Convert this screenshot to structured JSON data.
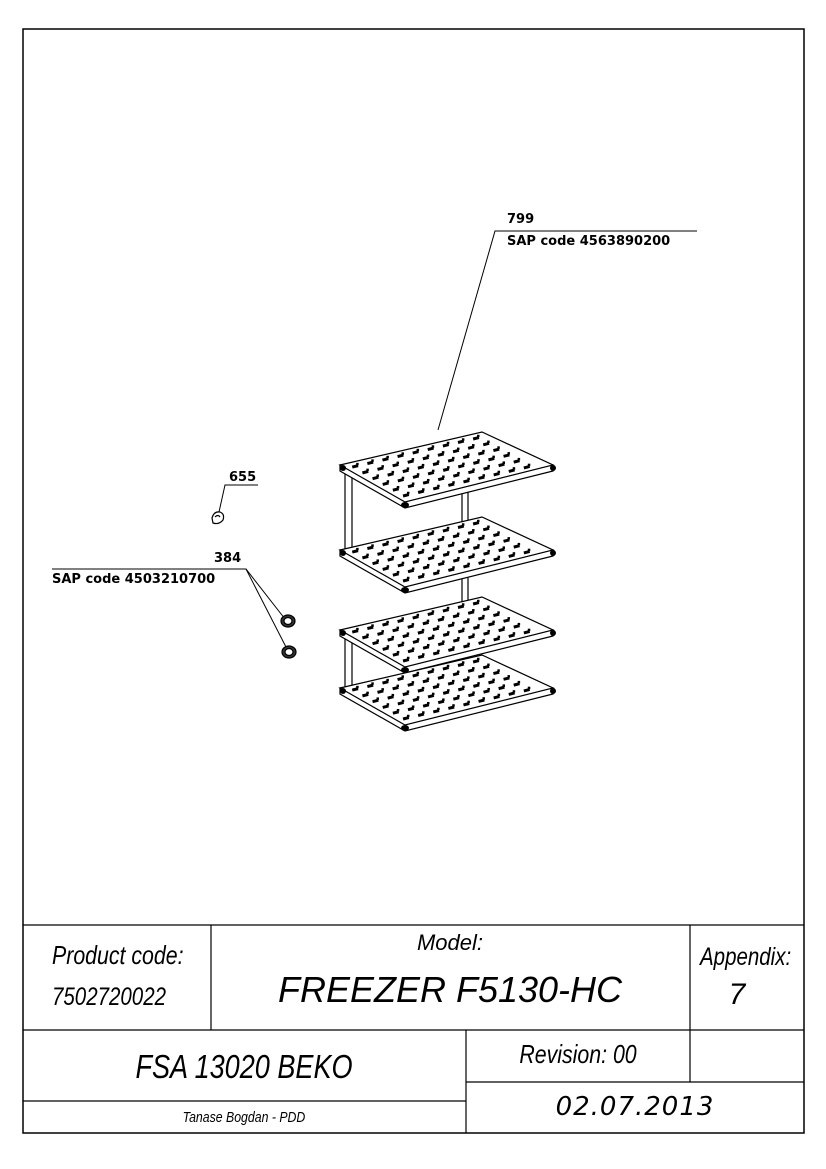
{
  "callouts": {
    "shelf": {
      "number": "799",
      "sap": "SAP code 4563890200"
    },
    "clip": {
      "number": "655"
    },
    "nut": {
      "number": "384",
      "sap": "SAP code 4503210700"
    }
  },
  "title_block": {
    "product_code_label": "Product code:",
    "product_code": "7502720022",
    "model_label": "Model:",
    "model": "FREEZER F5130-HC",
    "appendix_label": "Appendix:",
    "appendix": "7",
    "document": "FSA 13020 BEKO",
    "revision": "Revision: 00",
    "author": "Tanase Bogdan - PDD",
    "date": "02.07.2013"
  },
  "colors": {
    "line": "#000000",
    "paper": "#ffffff"
  }
}
